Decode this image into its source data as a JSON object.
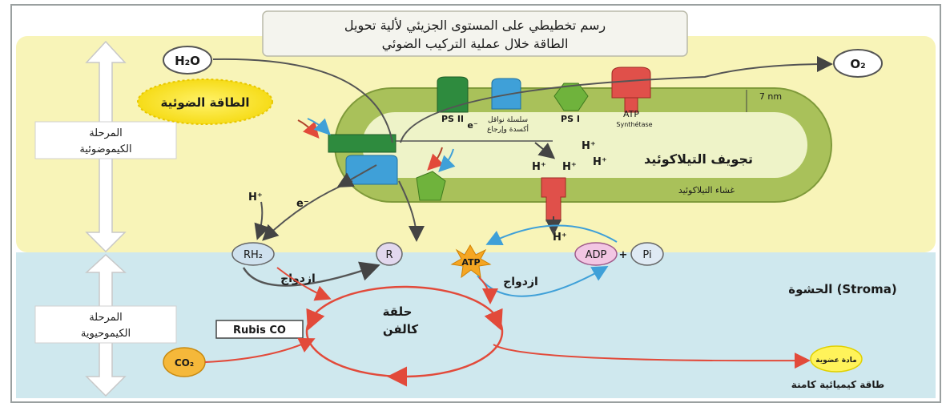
{
  "title": {
    "line1": "رسم تخطيطي على المستوى الجزيئي لألية تحويل",
    "line2": "الطاقة خلال عملية التركيب الضوئي"
  },
  "phases": {
    "photochemical": {
      "line1": "المرحلة",
      "line2": "الكيموضوئية"
    },
    "chemobiological": {
      "line1": "المرحلة",
      "line2": "الكيموحيوية"
    }
  },
  "molecules": {
    "h2o": "H₂O",
    "o2": "O₂",
    "light_energy": "الطاقة الضوئية",
    "rh2": "RH₂",
    "r": "R",
    "atp": "ATP",
    "adp": "ADP",
    "pi": "Pi",
    "co2": "CO₂",
    "organic_matter": "مادة عضوية"
  },
  "membrane": {
    "ps2": "PS II",
    "ps1": "PS I",
    "electron_chain": {
      "line1": "سلسلة نواقل",
      "line2": "أكسدة وإرجاع"
    },
    "electron": "e⁻",
    "atp_synthetase": {
      "line1": "ATP",
      "line2": "Synthétase"
    },
    "thickness": "7 nm",
    "thylakoid_lumen": "تجويف التيلاكوئيد",
    "thylakoid_membrane": "غشاء التيلاكوئيد"
  },
  "labels": {
    "h_plus": "H⁺",
    "e_minus": "e⁻",
    "coupling_left": "ازدواج",
    "coupling_right": "ازدواج",
    "stroma": "الحشوة (Stroma)",
    "calvin_line1": "حلقة",
    "calvin_line2": "كالفن",
    "rubisco": "Rubis CO",
    "potential_energy": "طاقة كيميائية كامنة"
  },
  "colors": {
    "upper_bg": "#f8f4b8",
    "stroma_bg": "#cfe8ee",
    "membrane": "#a9c15a",
    "lumen": "#eef3c8",
    "ps2": "#2e8b3e",
    "chain": "#3fa0d8",
    "ps1": "#6fb33c",
    "atp_synthase": "#e0504a",
    "calvin": "#e24a3a"
  }
}
